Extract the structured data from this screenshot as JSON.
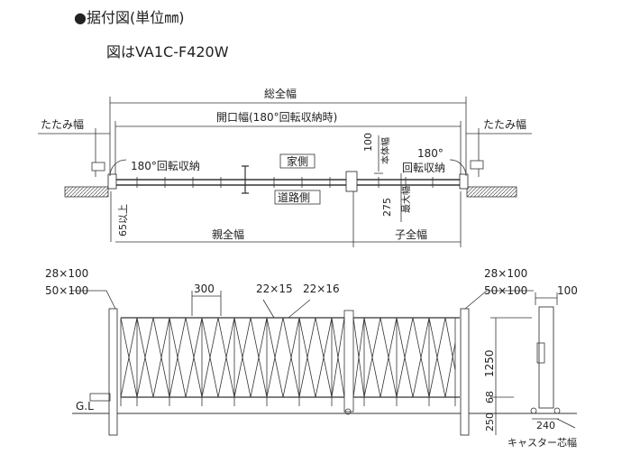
{
  "header": {
    "line1": "●据付図(単位㎜)",
    "line2": "図はVA1C-F420W"
  },
  "plan": {
    "total_width": "総全幅",
    "opening_width": "開口幅(180°回転収納時)",
    "fold_width_left": "たたみ幅",
    "fold_width_right": "たたみ幅",
    "rotation_left": "180°回転収納",
    "rotation_right_deg": "180°",
    "rotation_right_label": "回転収納",
    "house_side": "家側",
    "road_side": "道路側",
    "dim_100": "100",
    "dim_100_label": "本体幅",
    "dim_275": "275",
    "dim_275_label": "最大幅",
    "dim_65": "65以上",
    "parent_width": "親全幅",
    "child_width": "子全幅"
  },
  "elevation": {
    "post_left_1": "28×100",
    "post_left_2": "50×100",
    "post_right_1": "28×100",
    "post_right_2": "50×100",
    "pitch": "300",
    "member_1": "22×15",
    "member_2": "22×16",
    "height": "1250",
    "dim_68": "68",
    "dim_250": "250",
    "gl": "G.L",
    "side_100": "100",
    "caster_240": "240",
    "caster_label": "キャスター芯幅"
  }
}
